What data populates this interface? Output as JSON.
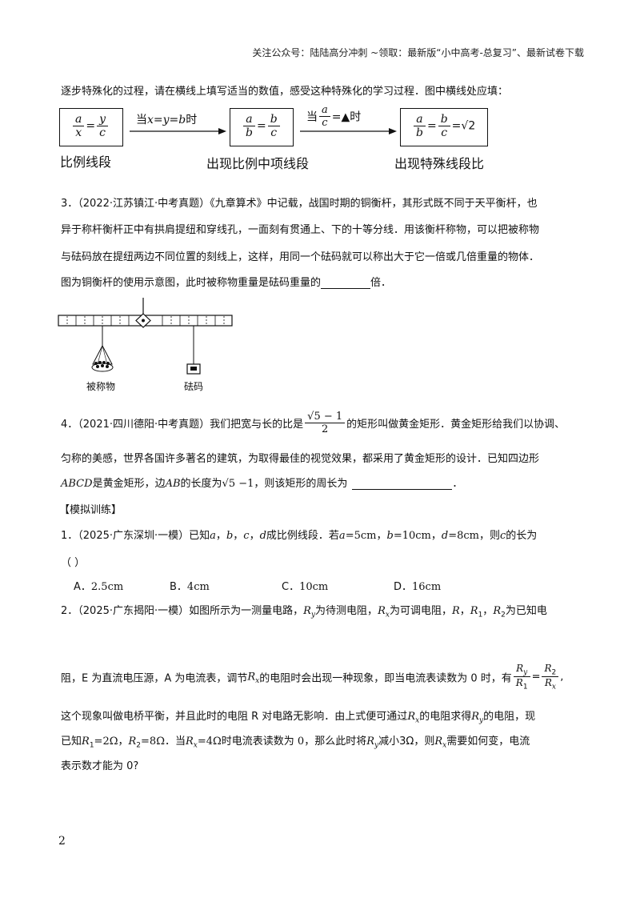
{
  "header": {
    "text": "关注公众号：陆陆高分冲刺 ~领取：最新版“小中高考-总复习”、最新试卷下载"
  },
  "intro": {
    "text": "逐步特殊化的过程，请在横线上填写适当的数值，感受这种特殊化的学习过程．图中横线处应填："
  },
  "figure1": {
    "box1": {
      "a": "a",
      "x": "x",
      "y": "y",
      "c": "c",
      "eq": "="
    },
    "arrow1_label": {
      "prefix": "当",
      "expr": "x=y=b",
      "suffix": "时"
    },
    "box2": {
      "a": "a",
      "b": "b",
      "b2": "b",
      "c": "c",
      "eq": "="
    },
    "arrow2_label": {
      "prefix": "当",
      "a": "a",
      "c": "c",
      "suffix": "=▲时"
    },
    "box3": {
      "a": "a",
      "b": "b",
      "b2": "b",
      "c": "c",
      "eq": "=",
      "tail": "=√2"
    },
    "captions": [
      "比例线段",
      "出现比例中项线段",
      "出现特殊线段比"
    ]
  },
  "q3": {
    "number": "3．",
    "source": "（2022·江苏镇江·中考真题）",
    "line1": "《九章算术》中记载，战国时期的铜衡杆，其形式既不同于天平衡杆，也",
    "line2": "异于称杆衡杆正中有拱肩提纽和穿线孔，一面刻有贯通上、下的十等分线．用该衡杆称物，可以把被称物",
    "line3": "与砝码放在提纽两边不同位置的刻线上，这样，用同一个砝码就可以称出大于它一倍或几倍重量的物体．",
    "line4_prefix": "图为铜衡杆的使用示意图，此时被称物重量是砝码重量的",
    "line4_suffix": "倍．",
    "labels": {
      "object": "被称物",
      "weight": "砝码"
    }
  },
  "q4": {
    "number": "4．",
    "source": "（2021·四川德阳·中考真题）",
    "line1_prefix": "我们把宽与长的比是",
    "frac_num": "√5 − 1",
    "frac_den": "2",
    "line1_suffix": "的矩形叫做黄金矩形．黄金矩形给我们以协调、",
    "line2": "匀称的美感，世界各国许多著名的建筑，为取得最佳的视觉效果，都采用了黄金矩形的设计．已知四边形",
    "line3_a": "ABCD",
    "line3_b": "是黄金矩形，边",
    "line3_c": "AB",
    "line3_d": "的长度为",
    "line3_e": "√5 −1",
    "line3_f": "，则该矩形的周长为"
  },
  "section": {
    "title": "【模拟训练】"
  },
  "m1": {
    "number": "1．",
    "source": "（2025·广东深圳·一模）",
    "stem_prefix": "已知",
    "v_a": "a",
    "v_b": "b",
    "v_c": "c",
    "v_d": "d",
    "sep": "，",
    "stem_mid": "成比例线段．若",
    "a_val": "=5cm",
    "b_val": "=10cm",
    "d_val": "=8cm",
    "stem_tail": "，则",
    "stem_end": "的长为",
    "paren": "（ ）",
    "options": [
      {
        "label": "A．",
        "value": "2.5cm"
      },
      {
        "label": "B．",
        "value": "4cm"
      },
      {
        "label": "C．",
        "value": "10cm"
      },
      {
        "label": "D．",
        "value": "16cm"
      }
    ]
  },
  "m2": {
    "number": "2．",
    "source": "（2025·广东揭阳·一模）",
    "line1": "如图所示为一测量电路，R_y为待测电阻，R_x为可调电阻，R，R_1，R_2为已知电",
    "line2_prefix": "阻，E 为直流电压源，A 为电流表，调节",
    "line2_mid": "的电阻时会出现一种现象，即当电流表读数为 0 时，有",
    "line3": "这个现象叫做电桥平衡，并且此时的电阻 R 对电路无影响．由上式便可通过",
    "line3_mid": "的电阻求得",
    "line3_end": "的电阻，现",
    "line4_prefix": "已知",
    "line4_r1": "=2Ω，",
    "line4_r2": "=8Ω．当",
    "line4_rx": "=4Ω时电流表读数为 0，那么此时将",
    "line4_ry": "减小3Ω，则",
    "line4_end": "需要如何变，电流",
    "line5": "表示数才能为 0?"
  },
  "page_number": "2"
}
